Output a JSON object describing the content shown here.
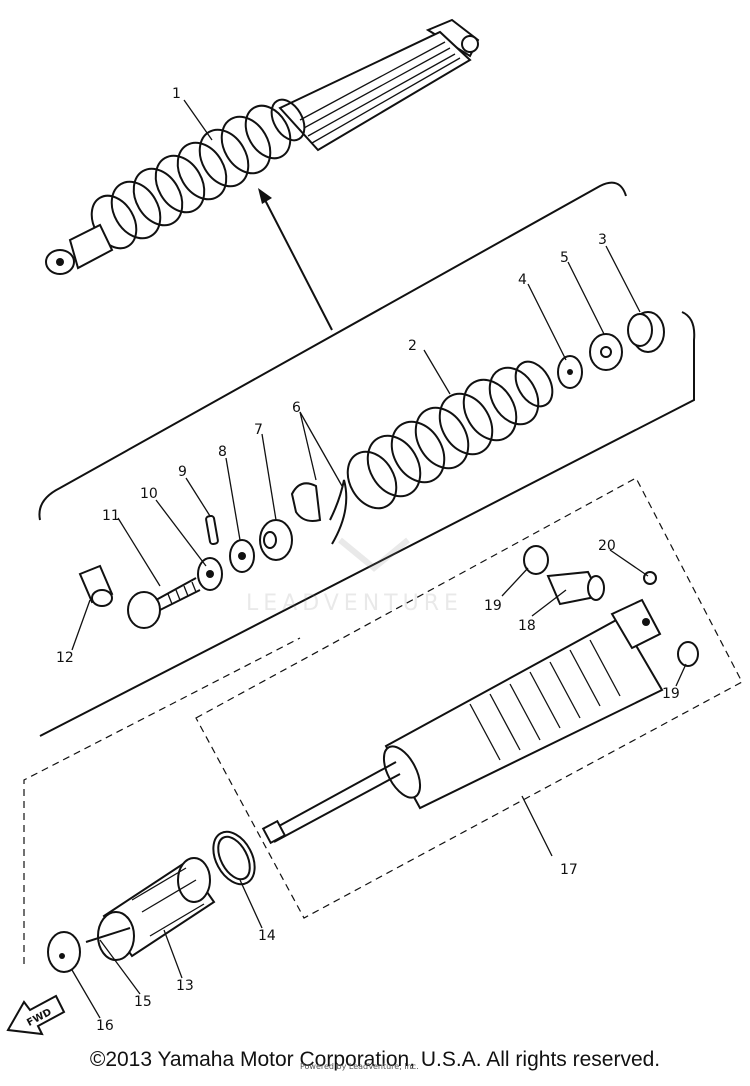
{
  "watermark": "LEADVENTURE",
  "arrow_label": "FWD",
  "copyright": "©2013 Yamaha Motor Corporation, U.S.A. All rights reserved.",
  "small_credit": "Powered by LeadVenture, Inc.",
  "part_numbers": [
    "1",
    "2",
    "3",
    "4",
    "5",
    "6",
    "7",
    "8",
    "9",
    "10",
    "11",
    "12",
    "13",
    "14",
    "15",
    "16",
    "17",
    "18",
    "19",
    "19",
    "20"
  ]
}
